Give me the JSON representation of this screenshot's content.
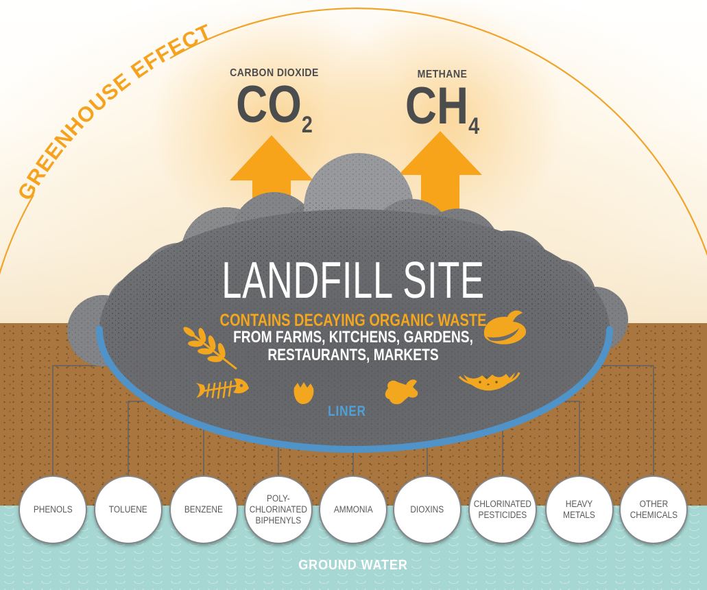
{
  "title_arc": {
    "label": "GREENHOUSE EFFECT"
  },
  "emissions": [
    {
      "name": "CARBON DIOXIDE",
      "formula": "CO",
      "subscript": "2"
    },
    {
      "name": "METHANE",
      "formula": "CH",
      "subscript": "4"
    }
  ],
  "landfill": {
    "title": "LANDFILL SITE",
    "subtitle": "CONTAINS DECAYING ORGANIC WASTE",
    "description": "FROM FARMS, KITCHENS, GARDENS,\nRESTAURANTS, MARKETS",
    "liner_label": "LINER",
    "waste_icons": [
      "wheat",
      "banana-peel",
      "fish-bone",
      "eggshell",
      "meat-scrap",
      "watermelon-rind"
    ]
  },
  "chemicals": [
    {
      "label": "PHENOLS"
    },
    {
      "label": "TOLUENE"
    },
    {
      "label": "BENZENE"
    },
    {
      "label": "POLY-\nCHLORINATED\nBIPHENYLS"
    },
    {
      "label": "AMMONIA"
    },
    {
      "label": "DIOXINS"
    },
    {
      "label": "CHLORINATED\nPESTICIDES"
    },
    {
      "label": "HEAVY\nMETALS"
    },
    {
      "label": "OTHER\nCHEMICALS"
    }
  ],
  "groundwater": {
    "label": "GROUND WATER"
  },
  "colors": {
    "accent_orange": "#F5A31E",
    "cloud_gray": "#6B6C6F",
    "soil_brown": "#A8763E",
    "liner_blue": "#4F93C8",
    "groundwater_teal": "#A6D7D3",
    "text_dark": "#4B4C4E"
  }
}
